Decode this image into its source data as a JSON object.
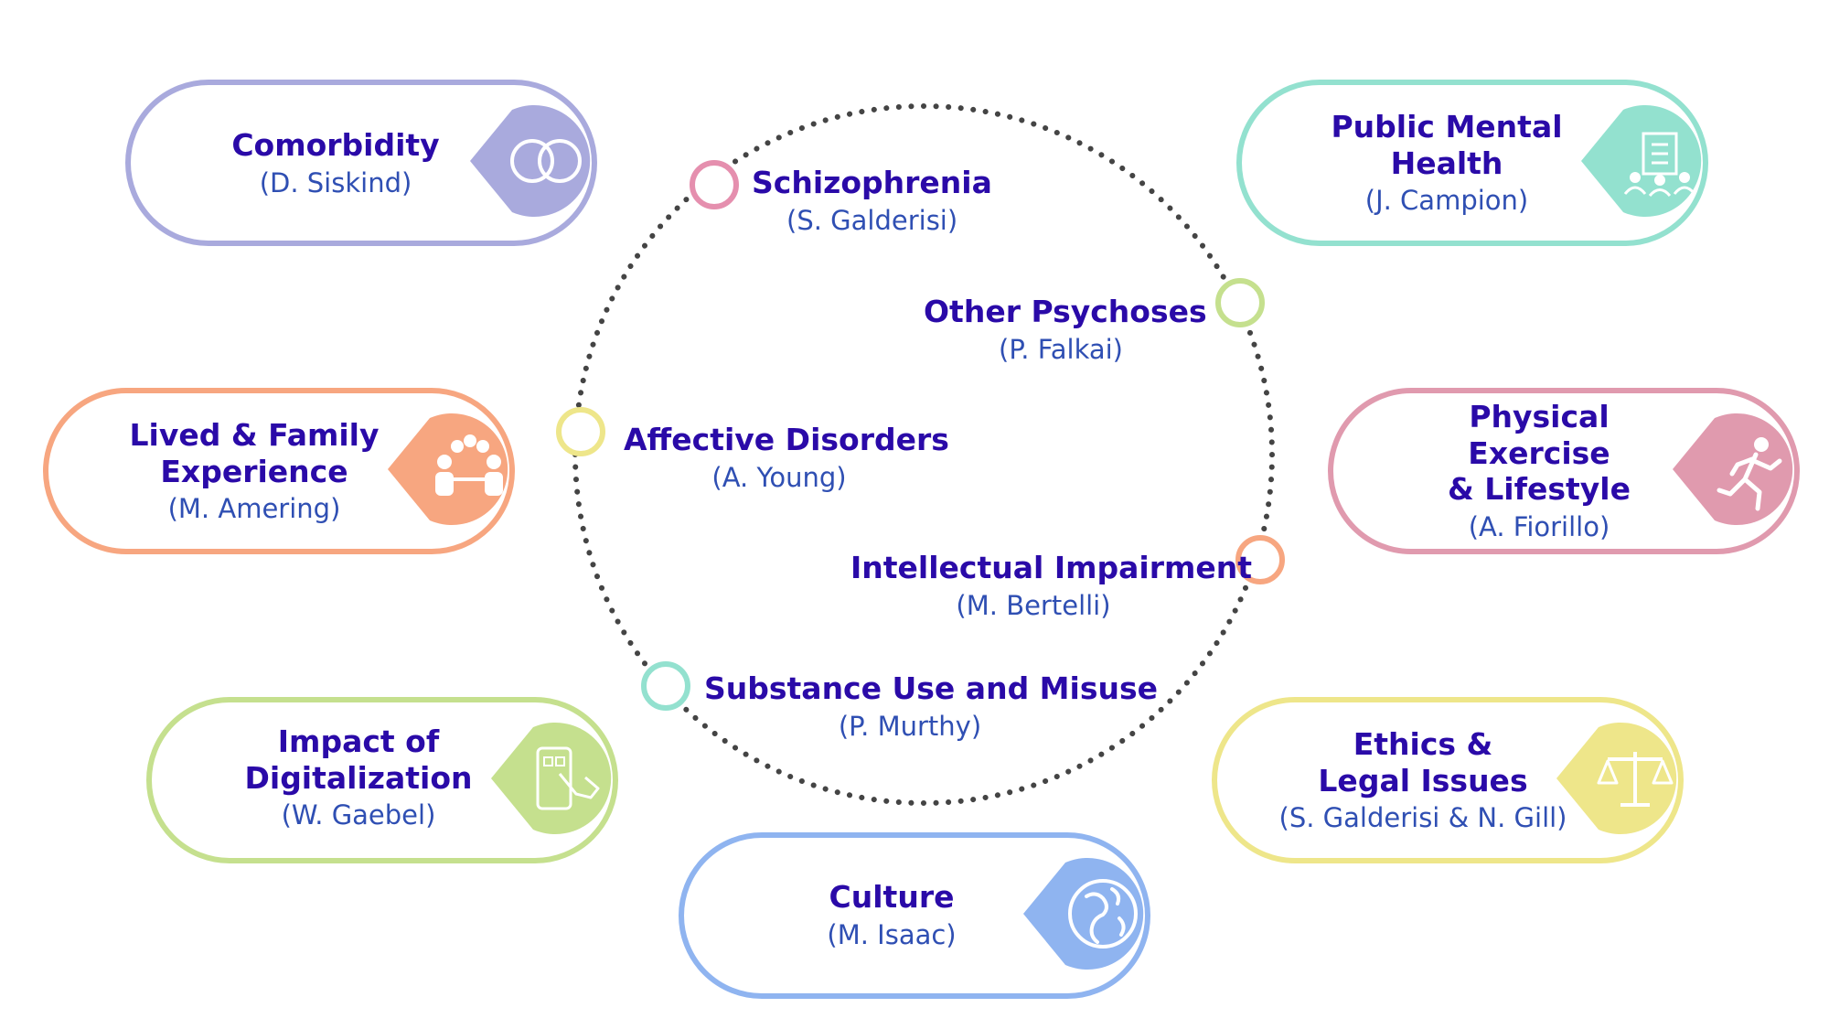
{
  "center": {
    "items": [
      {
        "title": "Schizophrenia",
        "author": "(S. Galderisi)",
        "color": "#e58fae"
      },
      {
        "title": "Other Psychoses",
        "author": "(P. Falkai)",
        "color": "#c5e08e"
      },
      {
        "title": "Affective Disorders",
        "author": "(A. Young)",
        "color": "#eee68a"
      },
      {
        "title": "Intellectual Impairment",
        "author": "(M. Bertelli)",
        "color": "#f7a680"
      },
      {
        "title": "Substance Use and Misuse",
        "author": "(P. Murthy)",
        "color": "#93e1cf"
      }
    ],
    "ring_color": "#444444"
  },
  "pills": [
    {
      "key": "comorbidity",
      "title": "Comorbidity",
      "author": "(D. Siskind)",
      "color": "#a9aadd",
      "icon": "overlapping-circles-icon"
    },
    {
      "key": "public-mental-health",
      "title": "Public Mental\nHealth",
      "author": "(J. Campion)",
      "color": "#93e1cf",
      "icon": "building-people-icon"
    },
    {
      "key": "lived-family-experience",
      "title": "Lived & Family\nExperience",
      "author": "(M. Amering)",
      "color": "#f7a680",
      "icon": "people-talking-icon"
    },
    {
      "key": "physical-exercise",
      "title": "Physical Exercise\n& Lifestyle",
      "author": "(A. Fiorillo)",
      "color": "#e09aae",
      "icon": "running-person-icon"
    },
    {
      "key": "digitalization",
      "title": "Impact of\nDigitalization",
      "author": "(W. Gaebel)",
      "color": "#c5e08e",
      "icon": "tablet-hand-icon"
    },
    {
      "key": "ethics-legal",
      "title": "Ethics &\nLegal Issues",
      "author": "(S. Galderisi & N. Gill)",
      "color": "#eee68a",
      "icon": "scales-icon"
    },
    {
      "key": "culture",
      "title": "Culture",
      "author": "(M. Isaac)",
      "color": "#8fb4f0",
      "icon": "globe-icon"
    }
  ]
}
